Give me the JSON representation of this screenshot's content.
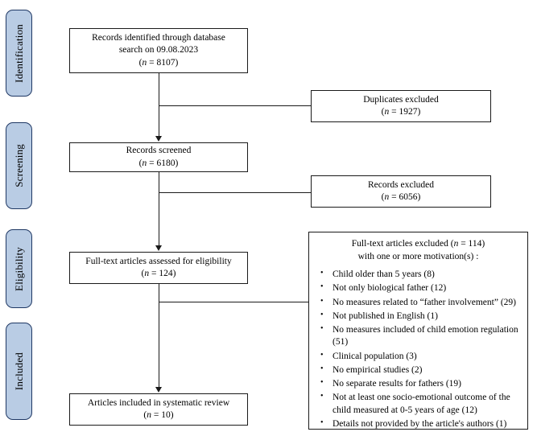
{
  "stages": [
    {
      "label": "Identification"
    },
    {
      "label": "Screening"
    },
    {
      "label": "Eligibility"
    },
    {
      "label": "Included"
    }
  ],
  "boxes": {
    "identified": {
      "line1": "Records identified  through database",
      "line2": "search on 09.08.2023",
      "count_open": "(",
      "count_n": "n",
      "count_rest": " = 8107)"
    },
    "duplicates": {
      "line1": "Duplicates excluded",
      "count_open": "(",
      "count_n": "n",
      "count_rest": " = 1927)"
    },
    "screened": {
      "line1": "Records screened",
      "count_open": "(",
      "count_n": "n",
      "count_rest": " = 6180)"
    },
    "records_excluded": {
      "line1": "Records excluded",
      "count_open": "(",
      "count_n": "n",
      "count_rest": " = 6056)"
    },
    "eligibility": {
      "line1": "Full-text  articles assessed for eligibility",
      "count_open": "(",
      "count_n": "n",
      "count_rest": " = 124)"
    },
    "included": {
      "line1": "Articles included in systematic review",
      "count_open": "(",
      "count_n": "n",
      "count_rest": " = 10)"
    }
  },
  "exclusion": {
    "head_line1_a": "Full-text  articles excluded (",
    "head_line1_n": "n",
    "head_line1_b": " = 114)",
    "head_line2": "with one or more  motivation(s) :",
    "bullet_glyph": "•",
    "reasons": [
      "Child  older than 5 years (8)",
      "Not only biological  father (12)",
      "No measures related to “father involvement” (29)",
      "Not published in English (1)",
      "No measures included of child emotion regulation (51)",
      "Clinical  population (3)",
      "No  empirical  studies (2)",
      "No  separate results for fathers (19)",
      "Not at least one socio-emotional outcome of the child measured at 0-5  years of age (12)",
      "Details  not provided by the article's  authors (1)"
    ]
  },
  "colors": {
    "pill_fill": "#b9cce4",
    "pill_border": "#1f3864",
    "box_border": "#1a1a1a",
    "background": "#ffffff"
  }
}
